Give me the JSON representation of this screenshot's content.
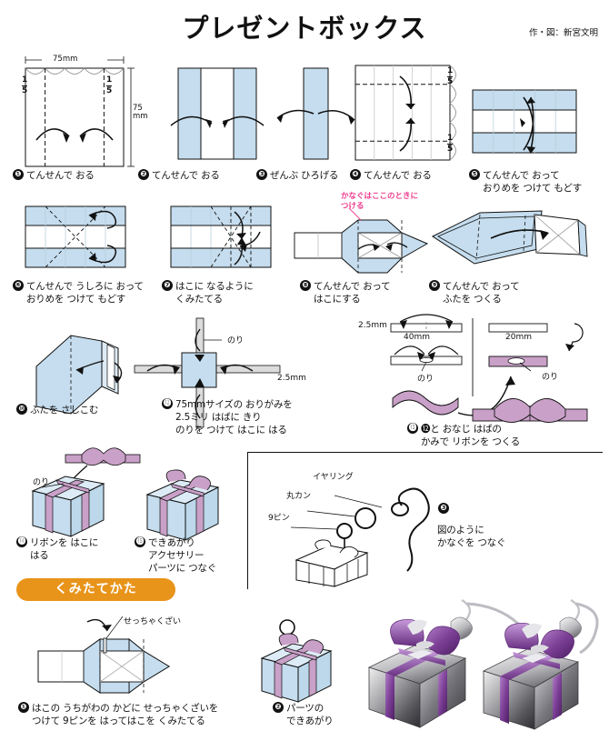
{
  "header": {
    "title": "プレゼントボックス",
    "credit": "作・図：新宮文明"
  },
  "colors": {
    "paper": "#c5ddee",
    "paper_shade": "#aecfe4",
    "ribbon": "#c9a0c8",
    "ribbon_dark": "#b07fb0",
    "pink_note": "#ee3d8f",
    "banner_orange": "#e8941a",
    "line": "#111111"
  },
  "dimensions": {
    "size_75mm": "75mm",
    "height_75mm": "75\nmm",
    "fifth": {
      "numerator": "1",
      "denominator": "5"
    },
    "strip_width": "2.5mm",
    "bow_len": "40mm",
    "knot_len": "20mm",
    "glue": "のり"
  },
  "steps": [
    {
      "n": "❶",
      "text": "てんせんで おる"
    },
    {
      "n": "❷",
      "text": "てんせんで おる"
    },
    {
      "n": "❸",
      "text": "ぜんぶ ひろげる"
    },
    {
      "n": "❹",
      "text": "てんせんで おる"
    },
    {
      "n": "❺",
      "text": "てんせんで おって\nおりめを つけて もどす"
    },
    {
      "n": "❻",
      "text": "てんせんで うしろに おって\nおりめを つけて もどす"
    },
    {
      "n": "❼",
      "text": "はこに なるように\nくみたてる"
    },
    {
      "n": "❽",
      "text": "てんせんで おって\nはこにする"
    },
    {
      "n": "❾",
      "text": "てんせんで おって\nふたを つくる"
    },
    {
      "n": "❿",
      "text": "ふたを さしこむ"
    },
    {
      "n": "⓬",
      "text": "75mmサイズの おりがみを\n2.5ミリ はばに きり\nのりを つけて はこに はる"
    },
    {
      "n": "⓭",
      "text": "⓬と おなじ はばの\nかみで リボンを つくる"
    },
    {
      "n": "⓮",
      "text": "リボンを はこに\nはる"
    },
    {
      "n": "⓯",
      "text": "できあがり\nアクセサリー\nパーツに つなぐ"
    }
  ],
  "notes": {
    "metal_fitting": "かなぐはここのときに\nつける",
    "adhesive": "せっちゃくざい"
  },
  "parts_panel": {
    "labels": {
      "earring": "イヤリング",
      "jump_ring": "丸カン",
      "nine_pin": "9ピン"
    },
    "step_number": "❸",
    "text": "図のように\nかなぐを つなぐ"
  },
  "banner": {
    "label": "くみたてかた"
  },
  "assembly": [
    {
      "n": "❶",
      "text": "はこの うちがわの かどに せっちゃくざいを\nつけて 9ピンを はってはこを くみたてる"
    },
    {
      "n": "❷",
      "text": "パーツの\nできあがり"
    }
  ],
  "photo": {
    "alt": "シルバーと紫のプレゼントボックス イヤリング"
  }
}
